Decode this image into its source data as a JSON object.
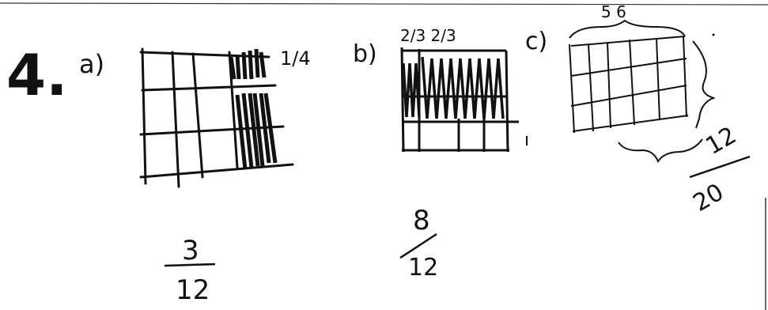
{
  "problem": {
    "number": "4.",
    "parts": [
      {
        "label": "a)",
        "grid_annotation": "1/4",
        "answer": {
          "numerator": "3",
          "denominator": "12"
        }
      },
      {
        "label": "b)",
        "grid_annotation": "2/3 2/3",
        "answer": {
          "numerator": "8",
          "denominator": "12"
        }
      },
      {
        "label": "c)",
        "grid_annotation": "5 6",
        "answer": {
          "numerator": "12",
          "denominator": "20"
        }
      }
    ]
  },
  "colors": {
    "ink": "#111111",
    "paper": "#ffffff"
  }
}
